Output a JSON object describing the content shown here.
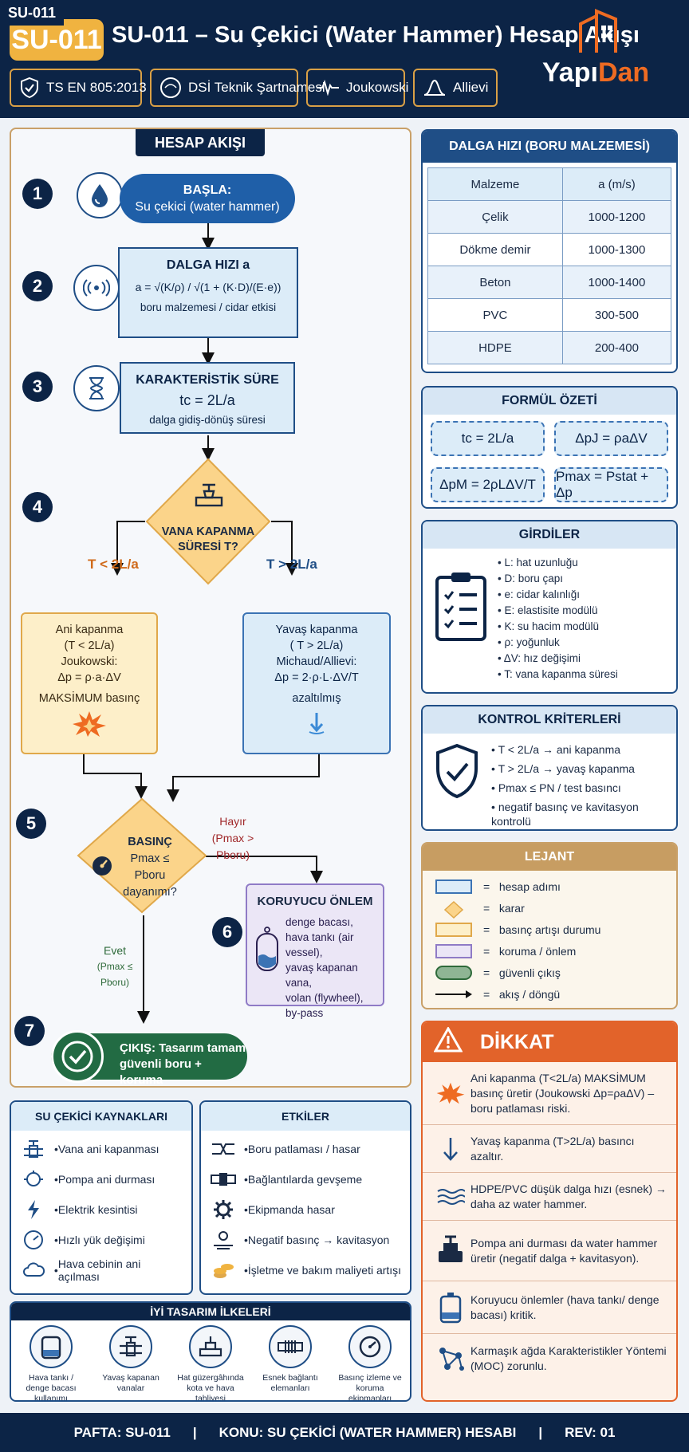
{
  "header": {
    "tag": "SU-011",
    "badge": "SU-011",
    "title": "SU-011 – Su Çekici (Water Hammer) Hesap Akışı",
    "logo_main": "Yapı",
    "logo_accent": "Dan",
    "standards": [
      "TS EN 805:2013",
      "DSİ Teknik Şartnamesi",
      "Joukowski",
      "Allievi"
    ]
  },
  "flow": {
    "title": "HESAP AKIŞI",
    "s1": {
      "num": "1",
      "line1": "BAŞLA:",
      "line2": "Su çekici (water hammer)"
    },
    "s2": {
      "num": "2",
      "title": "DALGA HIZI a",
      "formula": "a = √(K/ρ) / √(1 + (K·D)/(E·e))",
      "note": "boru malzemesi / cidar etkisi"
    },
    "s3": {
      "num": "3",
      "title": "KARAKTERİSTİK SÜRE",
      "formula": "tc = 2L/a",
      "note": "dalga gidiş-dönüş süresi"
    },
    "s4": {
      "num": "4",
      "q1": "VANA KAPANMA",
      "q2": "SÜRESİ T?",
      "left": "T < 2L/a",
      "right": "T > 2L/a"
    },
    "fast": {
      "l1": "Ani kapanma",
      "l2": "(T < 2L/a)",
      "l3": "Joukowski:",
      "l4": "Δp = ρ·a·ΔV",
      "l5": "MAKSİMUM basınç"
    },
    "slow": {
      "l1": "Yavaş kapanma",
      "l2": "( T > 2L/a)",
      "l3": "Michaud/Allievi:",
      "l4": "Δp = 2·ρ·L·ΔV/T",
      "l5": "azaltılmış"
    },
    "s5": {
      "num": "5",
      "q1": "BASINÇ",
      "q2": "Pmax ≤ Pboru",
      "q3": "dayanımı?",
      "no": "Hayır",
      "no_c": "(Pmax > Pboru)",
      "yes": "Evet",
      "yes_c": "(Pmax ≤ Pboru)"
    },
    "s6": {
      "num": "6",
      "title": "KORUYUCU ÖNLEM",
      "items": [
        "denge bacası,",
        "hava tankı (air vessel),",
        "yavaş kapanan vana,",
        "volan (flywheel),",
        "by-pass"
      ]
    },
    "s7": {
      "num": "7",
      "l1": "ÇIKIŞ: Tasarım tamam",
      "l2": "güvenli boru + koruma"
    }
  },
  "wave": {
    "title": "DALGA HIZI (BORU MALZEMESİ)",
    "h1": "Malzeme",
    "h2": "a (m/s)",
    "rows": [
      [
        "Çelik",
        "1000-1200"
      ],
      [
        "Dökme demir",
        "1000-1300"
      ],
      [
        "Beton",
        "1000-1400"
      ],
      [
        "PVC",
        "300-500"
      ],
      [
        "HDPE",
        "200-400"
      ]
    ]
  },
  "formula": {
    "title": "FORMÜL ÖZETİ",
    "f1": "tc = 2L/a",
    "f2": "ΔpJ = ρaΔV",
    "f3": "ΔpM = 2ρLΔV/T",
    "f4": "Pmax = Pstat + Δp"
  },
  "inputs": {
    "title": "GİRDİLER",
    "items": [
      "L: hat uzunluğu",
      "D: boru çapı",
      "e: cidar kalınlığı",
      "E: elastisite modülü",
      "K: su hacim modülü",
      "ρ: yoğunluk",
      "ΔV: hız değişimi",
      "T: vana kapanma süresi"
    ]
  },
  "control": {
    "title": "KONTROL KRİTERLERİ",
    "items": [
      "T < 2L/a → ani kapanma",
      "T > 2L/a → yavaş kapanma",
      "Pmax ≤ PN / test basıncı",
      "negatif basınç ve kavitasyon kontrolü"
    ]
  },
  "legend": {
    "title": "LEJANT",
    "eq": "=",
    "items": [
      "hesap adımı",
      "karar",
      "basınç artışı durumu",
      "koruma / önlem",
      "güvenli çıkış",
      "akış / döngü"
    ],
    "colors": {
      "step": "#dcecf8",
      "decision": "#fbd48a",
      "pressure": "#fdefc9",
      "protect": "#ebe6f6",
      "exit": "#8fb594"
    }
  },
  "warning": {
    "title": "DİKKAT",
    "items": [
      "Ani kapanma (T<2L/a) MAKSİMUM basınç üretir (Joukowski Δp=ρaΔV) – boru patlaması riski.",
      "Yavaş kapanma (T>2L/a) basıncı azaltır.",
      "HDPE/PVC düşük dalga hızı (esnek) → daha az water hammer.",
      "Pompa ani durması da water hammer üretir (negatif dalga + kavitasyon).",
      "Koruyucu önlemler (hava tankı/ denge bacası) kritik.",
      "Karmaşık ağda Karakteristikler Yöntemi (MOC) zorunlu."
    ]
  },
  "sources": {
    "title": "SU ÇEKİCİ KAYNAKLARI",
    "items": [
      "Vana ani kapanması",
      "Pompa ani durması",
      "Elektrik kesintisi",
      "Hızlı yük değişimi",
      "Hava cebinin ani açılması"
    ]
  },
  "effects": {
    "title": "ETKİLER",
    "items": [
      "Boru patlaması / hasar",
      "Bağlantılarda gevşeme",
      "Ekipmanda hasar",
      "Negatif basınç → kavitasyon",
      "İşletme ve bakım maliyeti artışı"
    ]
  },
  "tips": {
    "title": "İYİ TASARIM İLKELERİ",
    "items": [
      "Hava tankı / denge bacası kullanımı",
      "Yavaş kapanan vanalar",
      "Hat güzergâhında kota ve hava tahliyesi",
      "Esnek bağlantı elemanları",
      "Basınç izleme ve koruma ekipmanları"
    ]
  },
  "footer": {
    "sheet": "PAFTA: SU-011",
    "sep": "|",
    "topic": "KONU: SU ÇEKİCİ (WATER HAMMER) HESABI",
    "rev": "REV: 01"
  },
  "colors": {
    "navy": "#0c2446",
    "accent": "#ee6b22",
    "gold": "#d9a046",
    "warn": "#e2632a"
  }
}
